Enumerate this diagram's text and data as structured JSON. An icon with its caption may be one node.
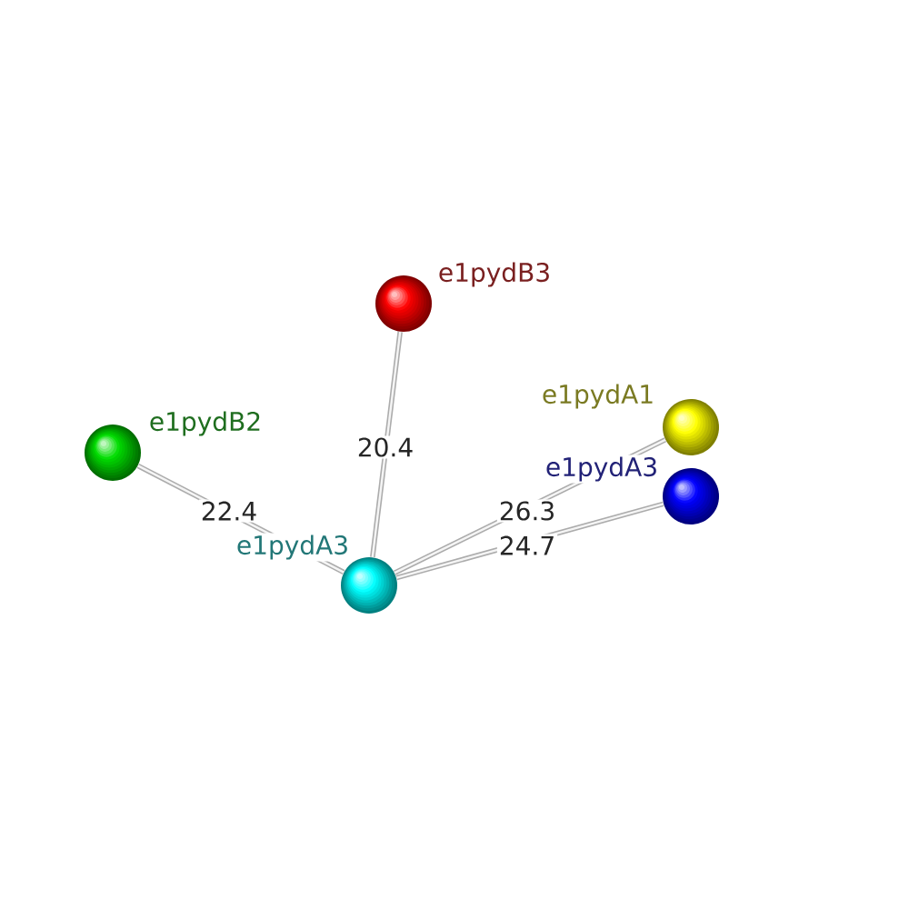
{
  "diagram": {
    "nodes": [
      {
        "text": [],
        "shape": "circle",
        "beside": [
          "e1pydB3"
        ]
      },
      {
        "text": [],
        "shape": "circle",
        "beside": [
          "e1pydA1"
        ]
      },
      {
        "text": [],
        "shape": "circle",
        "beside": [
          "e1pydB2"
        ]
      },
      {
        "text": [],
        "shape": "circle",
        "beside": [
          "e1pydA3"
        ]
      },
      {
        "text": [],
        "shape": "circle",
        "beside": [
          "e1pydA3"
        ]
      }
    ],
    "edges": [
      {
        "from": 4,
        "to": 0,
        "arrow": "none",
        "label": "20.4"
      },
      {
        "from": 4,
        "to": 2,
        "arrow": "none",
        "label": "22.4"
      },
      {
        "from": 4,
        "to": 1,
        "arrow": "none",
        "label": "26.3"
      },
      {
        "from": 4,
        "to": 3,
        "arrow": "none",
        "label": "24.7"
      }
    ]
  }
}
